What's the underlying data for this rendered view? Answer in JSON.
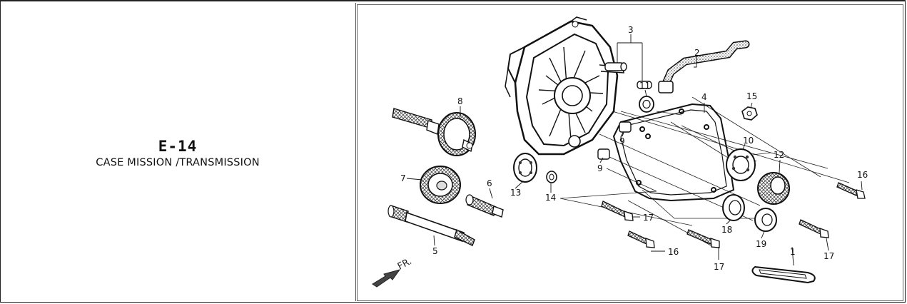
{
  "page": {
    "code": "E-14",
    "title": "CASE MISSION /TRANSMISSION"
  },
  "diagram": {
    "direction_label": "FR.",
    "callouts": {
      "c1": "1",
      "c2": "2",
      "c3": "3",
      "c4": "4",
      "c5": "5",
      "c6": "6",
      "c7": "7",
      "c8": "8",
      "c9a": "9",
      "c9b": "9",
      "c10": "10",
      "c11": "11",
      "c12": "12",
      "c13": "13",
      "c14": "14",
      "c15": "15",
      "c16a": "16",
      "c16b": "16",
      "c17a": "17",
      "c17b": "17",
      "c17c": "17",
      "c18": "18",
      "c19": "19"
    }
  }
}
